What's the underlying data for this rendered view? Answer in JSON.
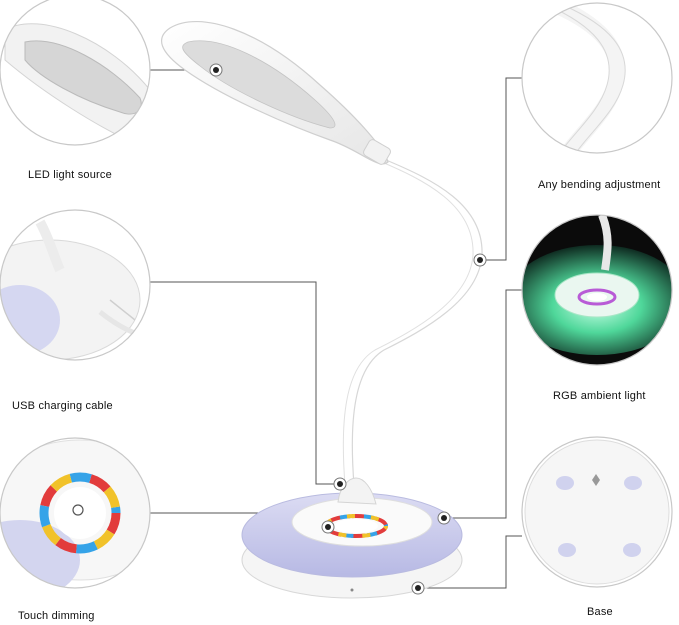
{
  "labels": {
    "led": "LED light source",
    "usb": "USB charging cable",
    "touch": "Touch dimming",
    "bend": "Any bending adjustment",
    "rgb": "RGB ambient light",
    "base": "Base"
  },
  "colors": {
    "lamp_white": "#f4f4f4",
    "led_panel": "#d9d9d9",
    "base_lilac": "#c7c9ec",
    "rgb_glow": "#4fd79a",
    "callout_line": "#555555"
  }
}
